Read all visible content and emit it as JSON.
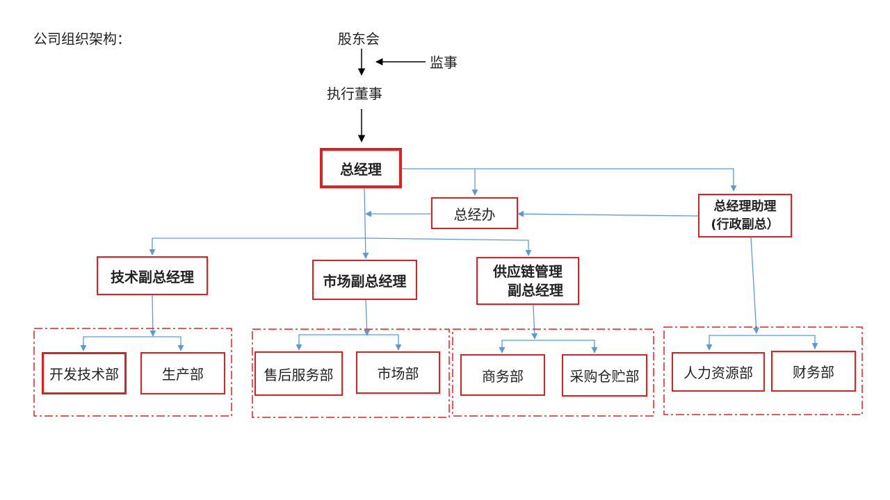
{
  "page_title": "公司组织架构：",
  "top": {
    "shareholders": "股东会",
    "supervisor": "监事",
    "executive_director": "执行董事"
  },
  "general_manager": "总经理",
  "gm_office": "总经办",
  "gm_assistant": {
    "line1": "总经理助理",
    "line2": "(行政副总）"
  },
  "vice_presidents": {
    "tech": "技术副总经理",
    "market": "市场副总经理",
    "supply": {
      "line1": "供应链管理",
      "line2": "副总经理"
    }
  },
  "departments": {
    "tech_group": [
      "开发技术部",
      "生产部"
    ],
    "market_group": [
      "售后服务部",
      "市场部"
    ],
    "supply_group": [
      "商务部",
      "采购仓贮部"
    ],
    "admin_group": [
      "人力资源部",
      "财务部"
    ]
  },
  "colors": {
    "box_border": "#e02020",
    "connector": "#5b9bd5",
    "arrow_black": "#000000"
  }
}
